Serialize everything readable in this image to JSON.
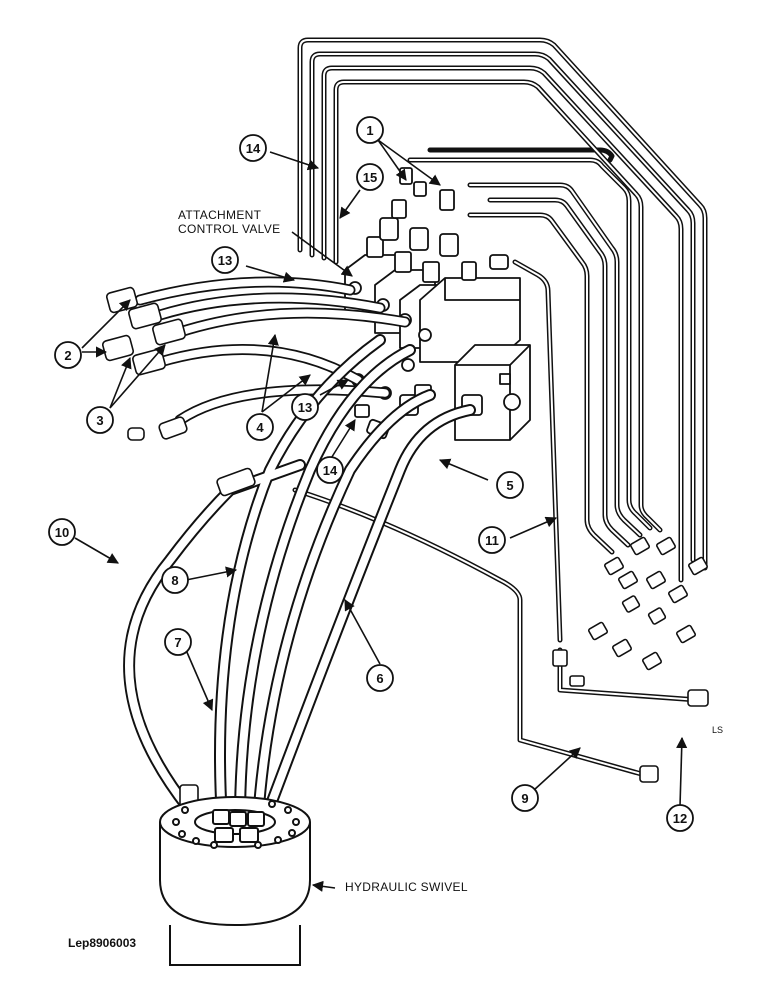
{
  "labels": {
    "valve_line1": "ATTACHMENT",
    "valve_line2": "CONTROL VALVE",
    "swivel": "HYDRAULIC SWIVEL",
    "ls": "LS",
    "reference": "Lep8906003"
  },
  "callouts": [
    {
      "id": "c1",
      "num": "1"
    },
    {
      "id": "c2",
      "num": "2"
    },
    {
      "id": "c3",
      "num": "3"
    },
    {
      "id": "c4",
      "num": "4"
    },
    {
      "id": "c5",
      "num": "5"
    },
    {
      "id": "c6",
      "num": "6"
    },
    {
      "id": "c7",
      "num": "7"
    },
    {
      "id": "c8",
      "num": "8"
    },
    {
      "id": "c9",
      "num": "9"
    },
    {
      "id": "c10",
      "num": "10"
    },
    {
      "id": "c11",
      "num": "11"
    },
    {
      "id": "c12",
      "num": "12"
    },
    {
      "id": "c13a",
      "num": "13"
    },
    {
      "id": "c13b",
      "num": "13"
    },
    {
      "id": "c14a",
      "num": "14"
    },
    {
      "id": "c14b",
      "num": "14"
    },
    {
      "id": "c15",
      "num": "15"
    }
  ]
}
